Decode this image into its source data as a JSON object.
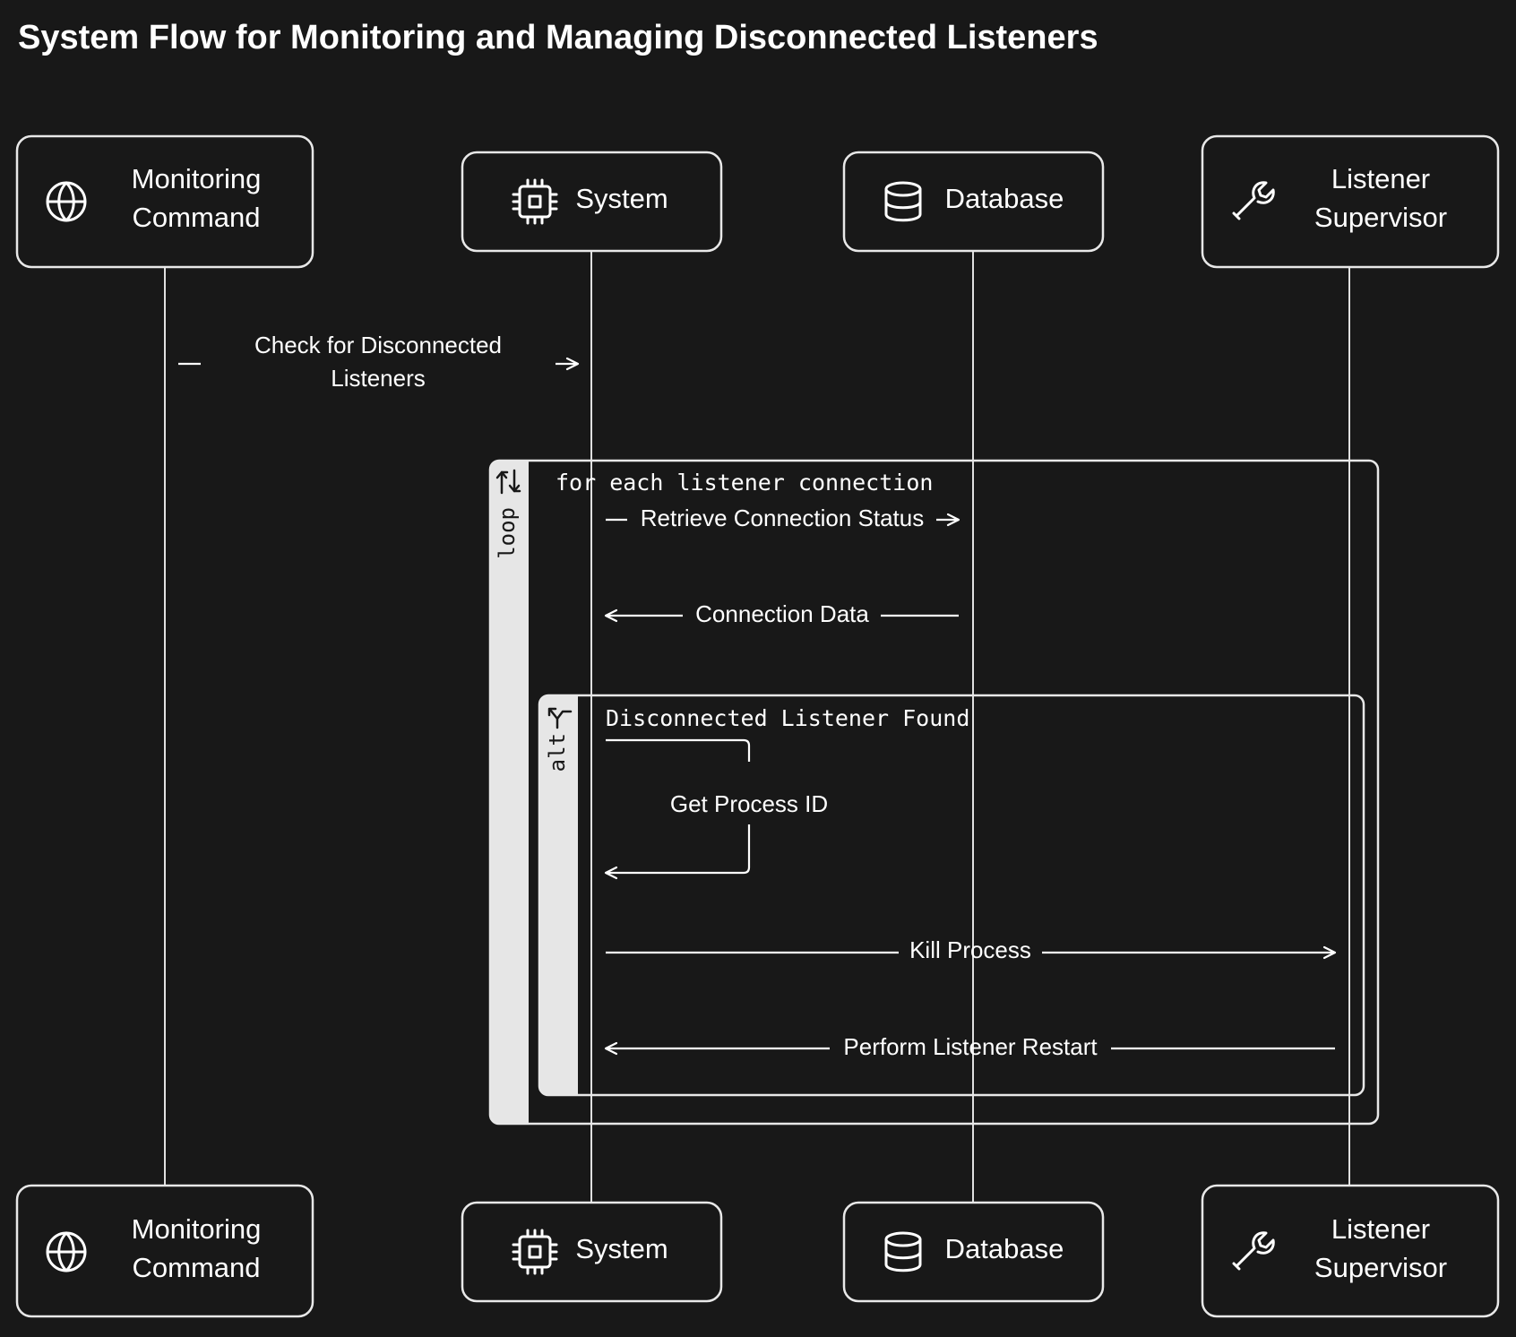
{
  "title": "System Flow for Monitoring and Managing Disconnected Listeners",
  "actors": [
    {
      "line1": "Monitoring",
      "line2": "Command",
      "icon": "globe-icon"
    },
    {
      "label": "System",
      "icon": "cpu-icon"
    },
    {
      "label": "Database",
      "icon": "database-icon"
    },
    {
      "line1": "Listener",
      "line2": "Supervisor",
      "icon": "wrench-icon"
    }
  ],
  "messages": [
    {
      "line1": "Check for Disconnected",
      "line2": "Listeners",
      "from": "Monitoring Command",
      "to": "System"
    },
    {
      "label": "Retrieve Connection Status",
      "from": "System",
      "to": "Database"
    },
    {
      "label": "Connection Data",
      "from": "Database",
      "to": "System"
    },
    {
      "label": "Get Process ID",
      "from": "System",
      "to": "System"
    },
    {
      "label": "Kill Process",
      "from": "System",
      "to": "Listener Supervisor"
    },
    {
      "label": "Perform Listener Restart",
      "from": "Listener Supervisor",
      "to": "System"
    }
  ],
  "frames": {
    "loop": {
      "tag": "loop",
      "condition": "for each listener connection"
    },
    "alt": {
      "tag": "alt",
      "condition": "Disconnected Listener Found"
    }
  }
}
